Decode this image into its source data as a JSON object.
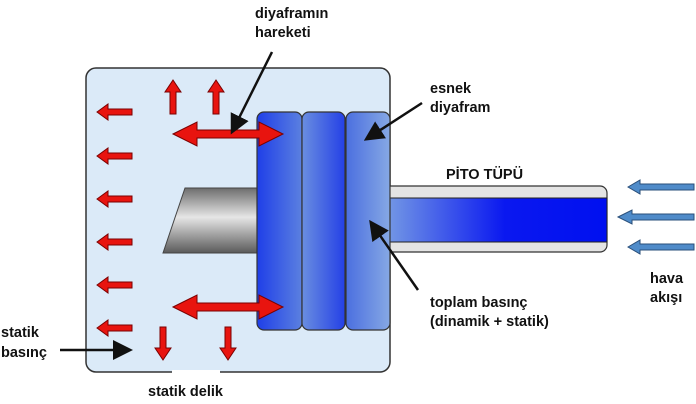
{
  "labels": {
    "diaphragm_motion_1": "diyaframın",
    "diaphragm_motion_2": "hareketi",
    "flexible_diaphragm_1": "esnek",
    "flexible_diaphragm_2": "diyafram",
    "pitot_tube": "PİTO TÜPÜ",
    "total_pressure_1": "toplam basınç",
    "total_pressure_2": "(dinamik + statik)",
    "airflow_1": "hava",
    "airflow_2": "akışı",
    "static_pressure_1": "statik",
    "static_pressure_2": "basınç",
    "static_port": "statik delik"
  },
  "colors": {
    "chamber": "#dbeaf8",
    "pressure_arrow": "#e8140f",
    "diaphragm": "#2c4fe0",
    "airflow_arrow": "#4f8bc9",
    "tube_wall": "#e4e4e4"
  }
}
